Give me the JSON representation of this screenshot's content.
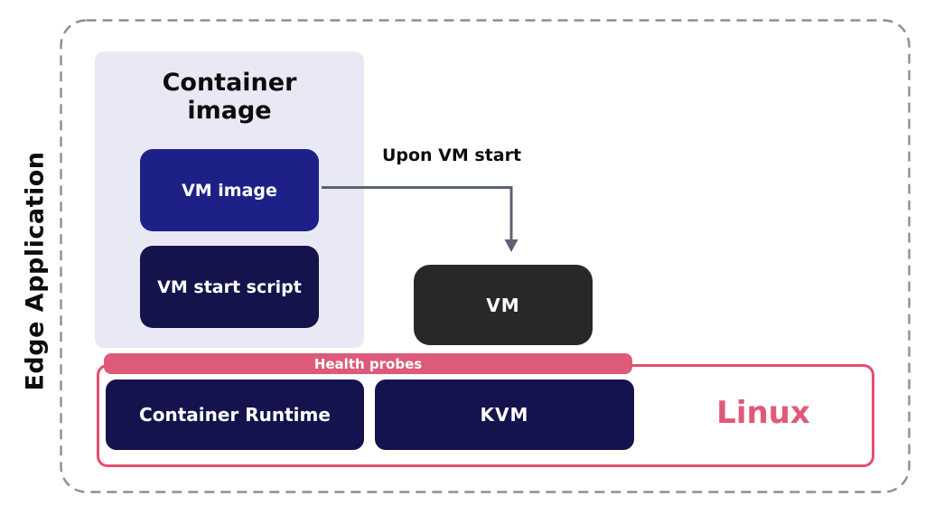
{
  "diagram": {
    "labels": {
      "edge_application": "Edge Application",
      "container_image": "Container image",
      "vm_image": "VM image",
      "vm_start_script": "VM start script",
      "upon_vm_start": "Upon VM start",
      "vm": "VM",
      "health_probes": "Health probes",
      "container_runtime": "Container Runtime",
      "kvm": "KVM",
      "linux": "Linux"
    },
    "colors": {
      "frame_gray": "#8A8F9C",
      "lavender_panel": "#E9E9F6",
      "blue_vm_image": "#1D2187",
      "navy_dark": "#14134B",
      "navy_runtime": "#15134E",
      "charcoal_vm": "#282828",
      "pink_bar": "#DD5A78",
      "pink_border": "#E74C6F",
      "pink_text": "#E05A77",
      "arrow_gray": "#5B6370",
      "text_black": "#0d0d0d",
      "text_white": "#ffffff"
    }
  }
}
